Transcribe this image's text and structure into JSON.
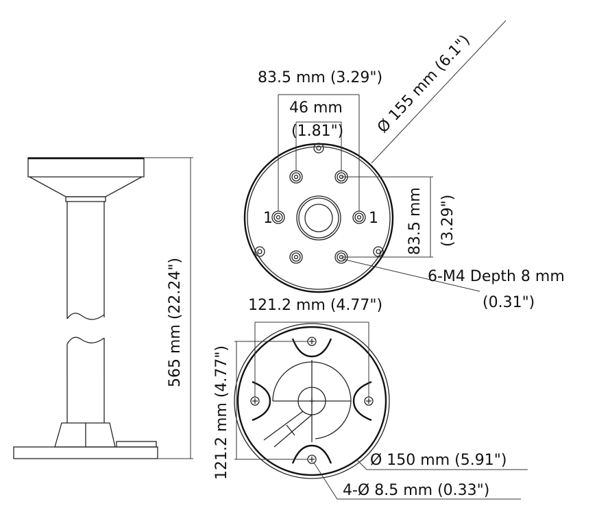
{
  "drawing": {
    "side_view": {
      "height_label": "565 mm (22.24\")"
    },
    "top_view": {
      "outer_width_label": "83.5 mm (3.29\")",
      "inner_width_label": "46 mm",
      "inner_width_inch": "(1.81\")",
      "diameter_label": "Ø 155 mm (6.1\")",
      "height_label": "83.5 mm",
      "height_inch": "(3.29\")",
      "hole_marker_left": "1",
      "hole_marker_right": "1",
      "screw_label": "6-M4 Depth  8 mm",
      "screw_inch": "(0.31\")"
    },
    "bottom_view": {
      "width_label": "121.2 mm (4.77\")",
      "height_label": "121.2 mm (4.77\")",
      "diameter_label": "Ø  150 mm (5.91\")",
      "hole_label": "4-Ø 8.5 mm (0.33\")"
    }
  },
  "colors": {
    "line": "#222222",
    "background": "#ffffff"
  }
}
